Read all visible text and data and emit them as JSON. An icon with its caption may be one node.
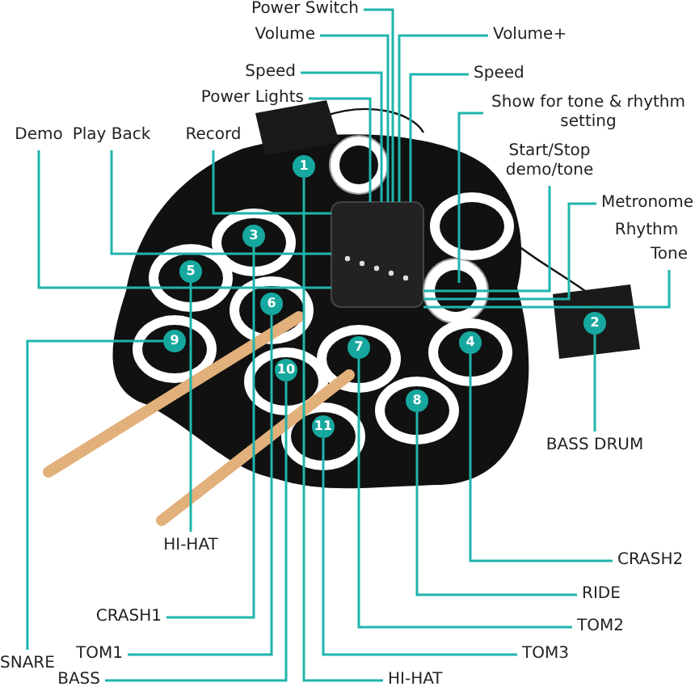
{
  "diagram": {
    "nodes": [
      {
        "text": [
          "Power Switch"
        ]
      },
      {
        "text": [
          "Volume"
        ]
      },
      {
        "text": [
          "Volume+"
        ]
      },
      {
        "text": [
          "Speed"
        ]
      },
      {
        "text": [
          "Speed"
        ]
      },
      {
        "text": [
          "Power Lights"
        ]
      },
      {
        "text": [
          "Show for tone & rhythm setting"
        ]
      },
      {
        "text": [
          "Demo"
        ]
      },
      {
        "text": [
          "Play Back"
        ]
      },
      {
        "text": [
          "Record"
        ]
      },
      {
        "text": [
          "Start/Stop demo/tone"
        ]
      },
      {
        "text": [
          "Metronome"
        ]
      },
      {
        "text": [
          "Tone"
        ]
      },
      {
        "text": [
          "1"
        ]
      },
      {
        "text": [
          "3"
        ]
      },
      {
        "text": [
          "5"
        ]
      },
      {
        "text": [
          "6"
        ]
      },
      {
        "text": [
          "2"
        ]
      },
      {
        "text": [
          "9"
        ]
      },
      {
        "text": [
          "7"
        ]
      },
      {
        "text": [
          "4"
        ]
      },
      {
        "text": [
          "10"
        ]
      },
      {
        "text": [
          "8"
        ]
      },
      {
        "text": [
          "11"
        ]
      },
      {
        "text": [
          "BASS DRUM"
        ]
      },
      {
        "text": [
          "HI-HAT"
        ]
      },
      {
        "text": [
          "SNARE"
        ]
      },
      {
        "text": [
          "CRASH2"
        ]
      },
      {
        "text": [
          "CRASH1"
        ]
      },
      {
        "text": [
          "RIDE"
        ]
      },
      {
        "text": [
          "TOM2"
        ]
      },
      {
        "text": [
          "TOM1"
        ]
      },
      {
        "text": [
          "TOM3"
        ]
      },
      {
        "text": [
          "BASS"
        ]
      },
      {
        "text": [
          "HI-HAT"
        ]
      }
    ],
    "edges": [
      {
        "from": 0,
        "to": null,
        "arrow": "none"
      },
      {
        "from": 1,
        "to": null,
        "arrow": "none"
      },
      {
        "from": 2,
        "to": null,
        "arrow": "none"
      },
      {
        "from": 3,
        "to": null,
        "arrow": "none"
      },
      {
        "from": 4,
        "to": null,
        "arrow": "none"
      },
      {
        "from": 5,
        "to": null,
        "arrow": "none"
      },
      {
        "from": 6,
        "to": null,
        "arrow": "none"
      },
      {
        "from": 7,
        "to": null,
        "arrow": "none"
      },
      {
        "from": 8,
        "to": null,
        "arrow": "none"
      },
      {
        "from": 9,
        "to": null,
        "arrow": "none"
      },
      {
        "from": 10,
        "to": null,
        "arrow": "none"
      },
      {
        "from": 11,
        "to": null,
        "arrow": "none"
      },
      {
        "from": 12,
        "to": null,
        "arrow": "none"
      },
      {
        "from": 24,
        "to": 17,
        "arrow": "none"
      },
      {
        "from": 25,
        "to": 15,
        "arrow": "none"
      },
      {
        "from": 26,
        "to": 18,
        "arrow": "none"
      },
      {
        "from": 27,
        "to": 20,
        "arrow": "none"
      },
      {
        "from": 28,
        "to": 14,
        "arrow": "none"
      },
      {
        "from": 29,
        "to": 22,
        "arrow": "none"
      },
      {
        "from": 30,
        "to": 19,
        "arrow": "none"
      },
      {
        "from": 31,
        "to": 16,
        "arrow": "none"
      },
      {
        "from": 32,
        "to": 23,
        "arrow": "none"
      },
      {
        "from": 33,
        "to": 21,
        "arrow": "none"
      },
      {
        "from": 34,
        "to": 13,
        "arrow": "none"
      }
    ],
    "labels": [
      "Rhythm"
    ]
  }
}
